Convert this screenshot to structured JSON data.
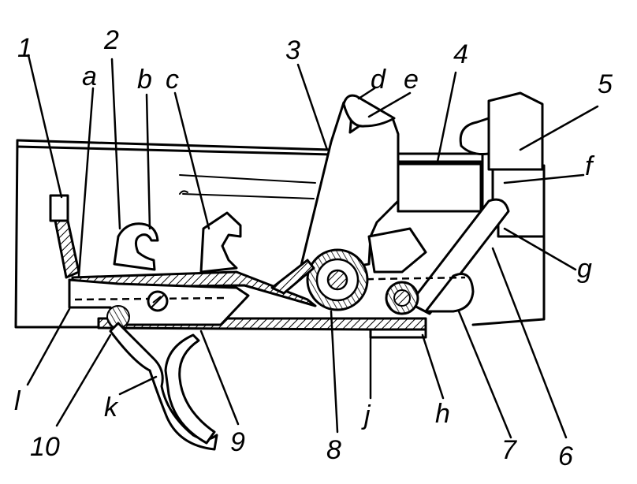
{
  "colors": {
    "ink": "#000000",
    "paper": "#ffffff"
  },
  "labels": {
    "n1": "1",
    "n2": "2",
    "n3": "3",
    "n4": "4",
    "n5": "5",
    "n6": "6",
    "n7": "7",
    "n8": "8",
    "n9": "9",
    "n10": "10",
    "a": "a",
    "b": "b",
    "c": "c",
    "d": "d",
    "e": "e",
    "f": "f",
    "g": "g",
    "h": "h",
    "j": "j",
    "k": "k",
    "l": "l"
  }
}
